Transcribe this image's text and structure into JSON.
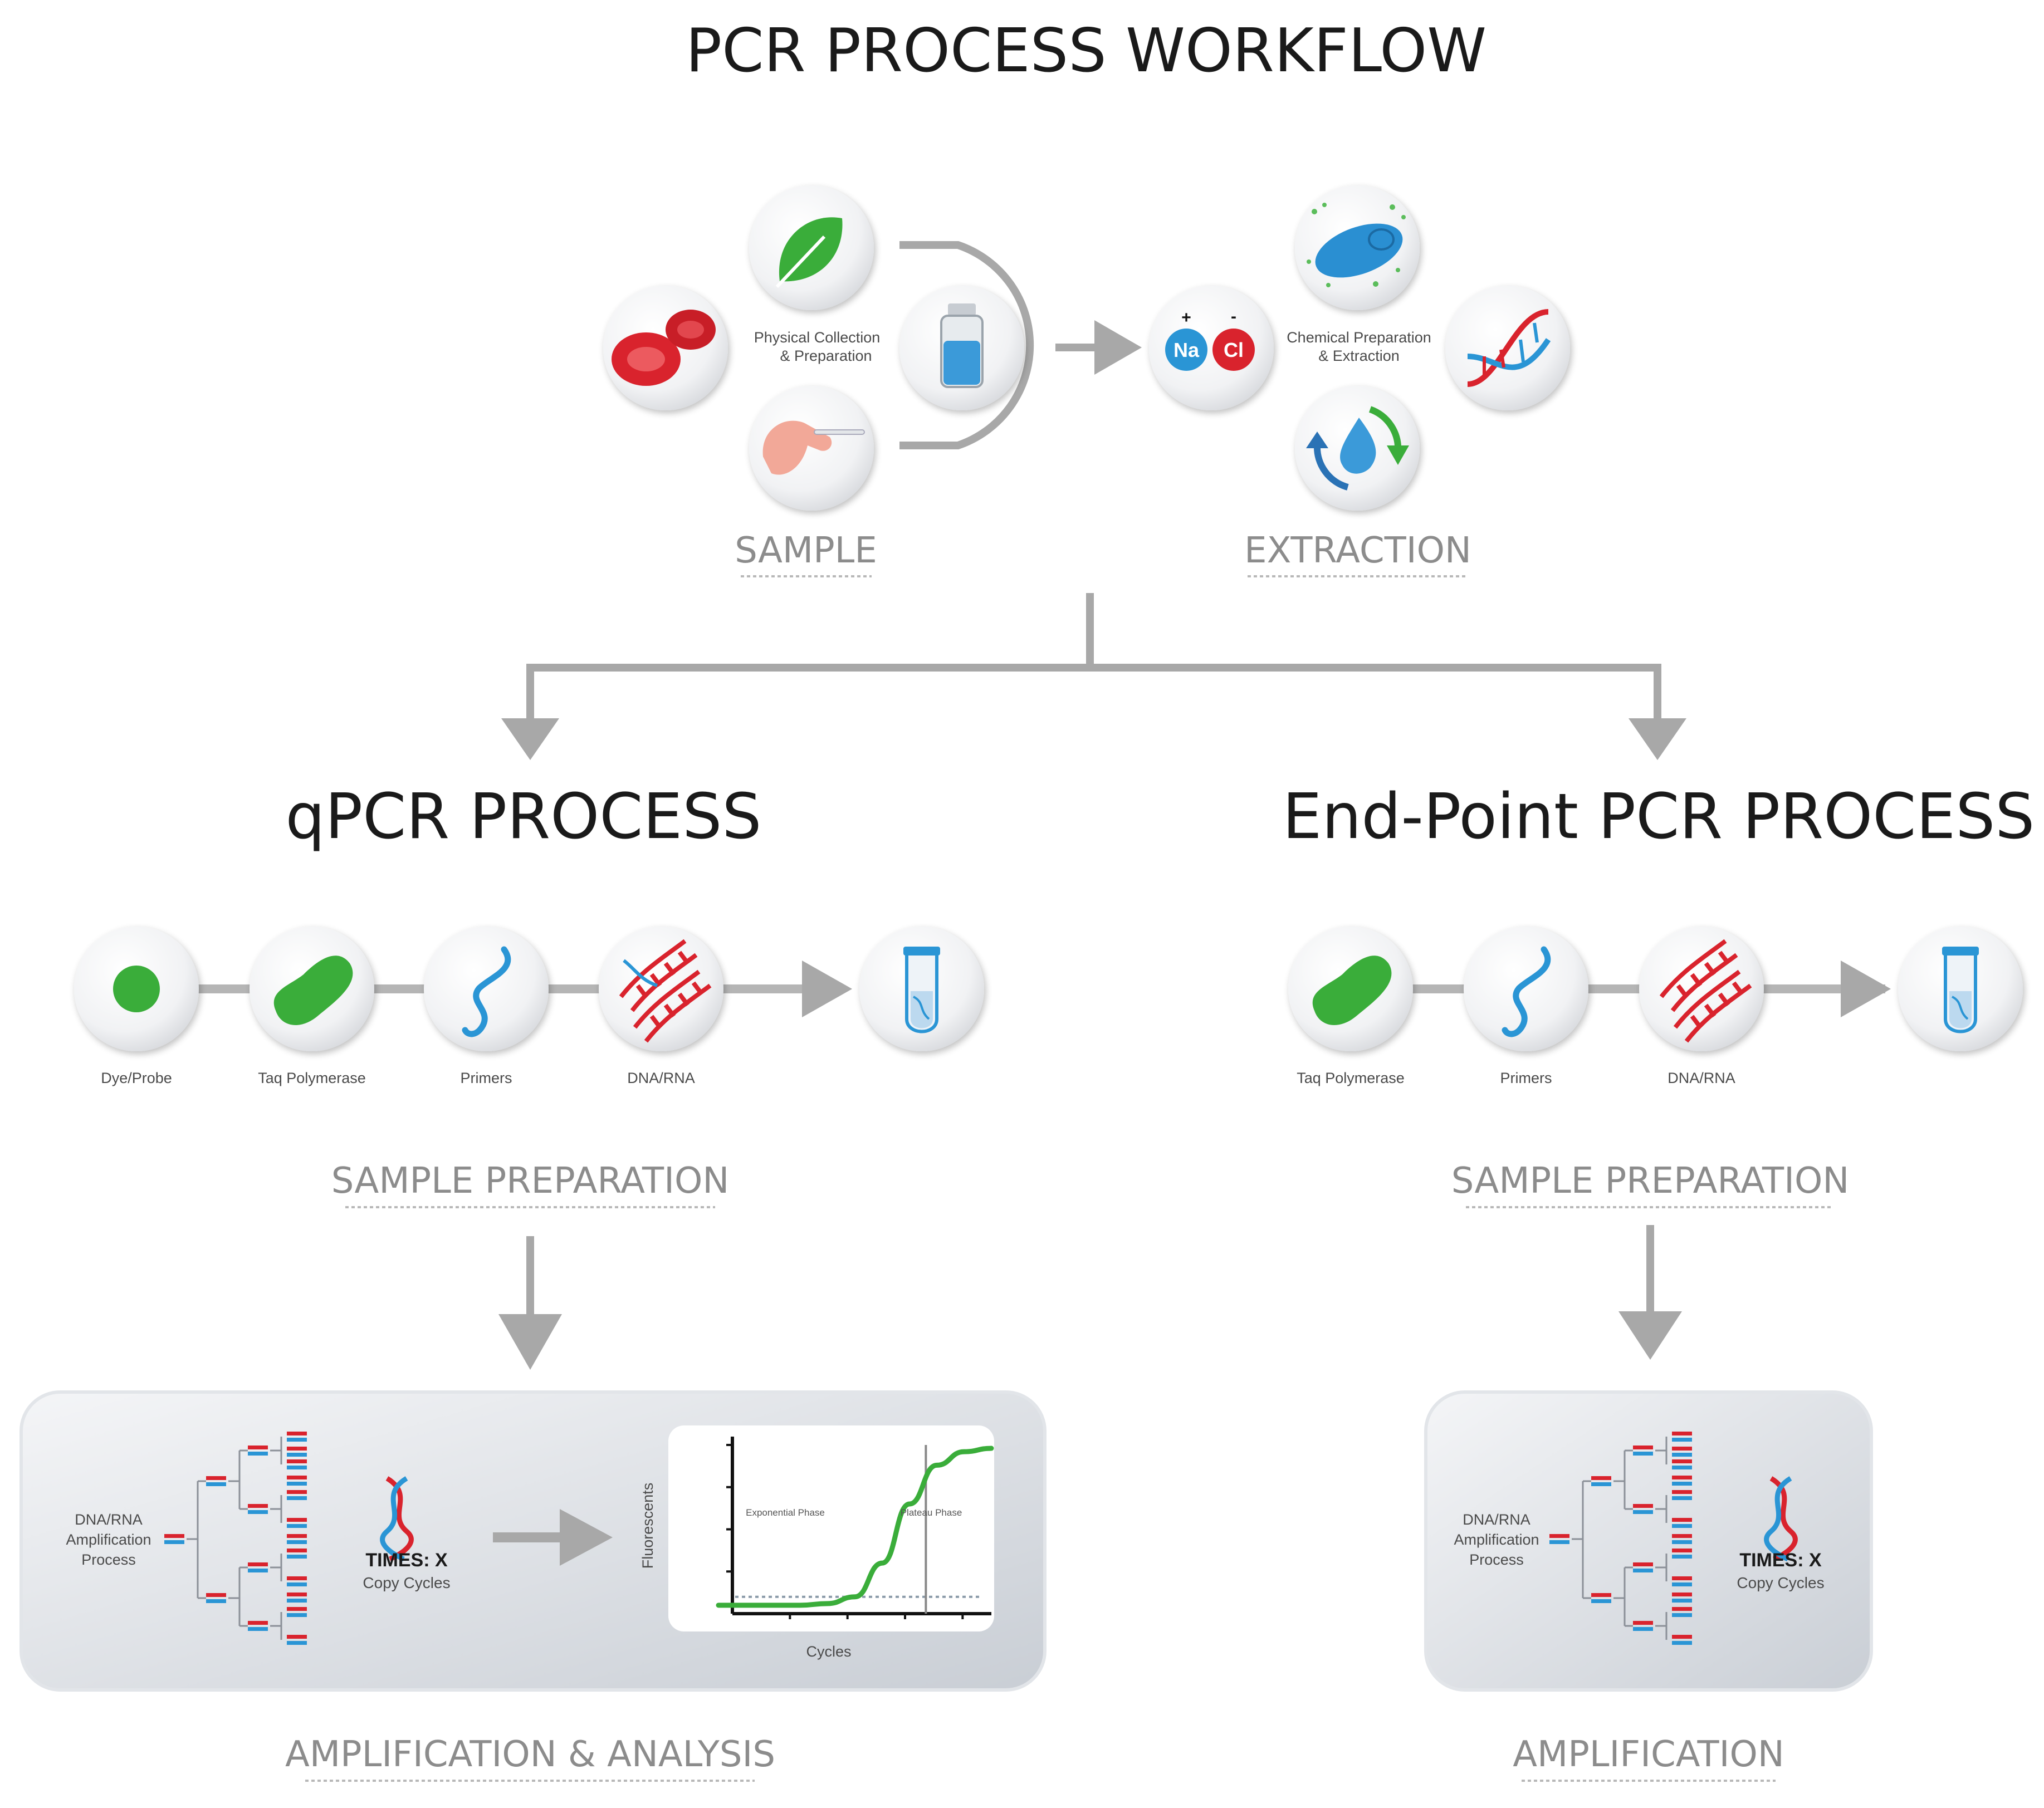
{
  "title": "PCR PROCESS WORKFLOW",
  "sample": {
    "center_label_line1": "Physical Collection",
    "center_label_line2": "& Preparation",
    "stage_label": "SAMPLE",
    "icons": [
      "blood-cells-icon",
      "leaf-icon",
      "vial-icon",
      "swab-hand-icon"
    ]
  },
  "extraction": {
    "center_label_line1": "Chemical Preparation",
    "center_label_line2": "& Extraction",
    "stage_label": "EXTRACTION",
    "na_label": "Na",
    "cl_label": "Cl",
    "plus": "+",
    "minus": "-",
    "icons": [
      "bacterium-icon",
      "na-cl-icon",
      "dna-helix-icon",
      "drop-cycle-icon"
    ]
  },
  "qpcr": {
    "title": "qPCR PROCESS",
    "reagents": [
      "Dye/Probe",
      "Taq Polymerase",
      "Primers",
      "DNA/RNA"
    ],
    "prep_label": "SAMPLE PREPARATION",
    "amp_label": "AMPLIFICATION & ANALYSIS",
    "tree_label_line1": "DNA/RNA",
    "tree_label_line2": "Amplification",
    "tree_label_line3": "Process",
    "times_label": "TIMES: X",
    "copy_cycles": "Copy Cycles"
  },
  "endpoint": {
    "title": "End-Point PCR PROCESS",
    "reagents": [
      "Taq Polymerase",
      "Primers",
      "DNA/RNA"
    ],
    "prep_label": "SAMPLE PREPARATION",
    "amp_label": "AMPLIFICATION",
    "tree_label_line1": "DNA/RNA",
    "tree_label_line2": "Amplification",
    "tree_label_line3": "Process",
    "times_label": "TIMES: X",
    "copy_cycles": "Copy Cycles"
  },
  "chart_data": {
    "type": "line",
    "title": "",
    "xlabel": "Cycles",
    "ylabel": "Fluorescents",
    "annotations": [
      "Exponential Phase",
      "Plateau Phase"
    ],
    "series": [
      {
        "x": [
          0,
          1,
          2,
          3,
          4,
          5,
          6,
          7,
          8,
          9,
          10
        ],
        "y": [
          0.05,
          0.05,
          0.05,
          0.05,
          0.06,
          0.1,
          0.3,
          0.65,
          0.88,
          0.96,
          0.98
        ]
      }
    ],
    "threshold": 0.1,
    "ylim": [
      0,
      1
    ],
    "grid": false,
    "colors": {
      "curve": "#3aad3a",
      "threshold": "#8a9aa8"
    }
  },
  "colors": {
    "green": "#3aad3a",
    "red": "#d9232d",
    "blue": "#2a95d5",
    "arrow": "#a8a8a8"
  }
}
